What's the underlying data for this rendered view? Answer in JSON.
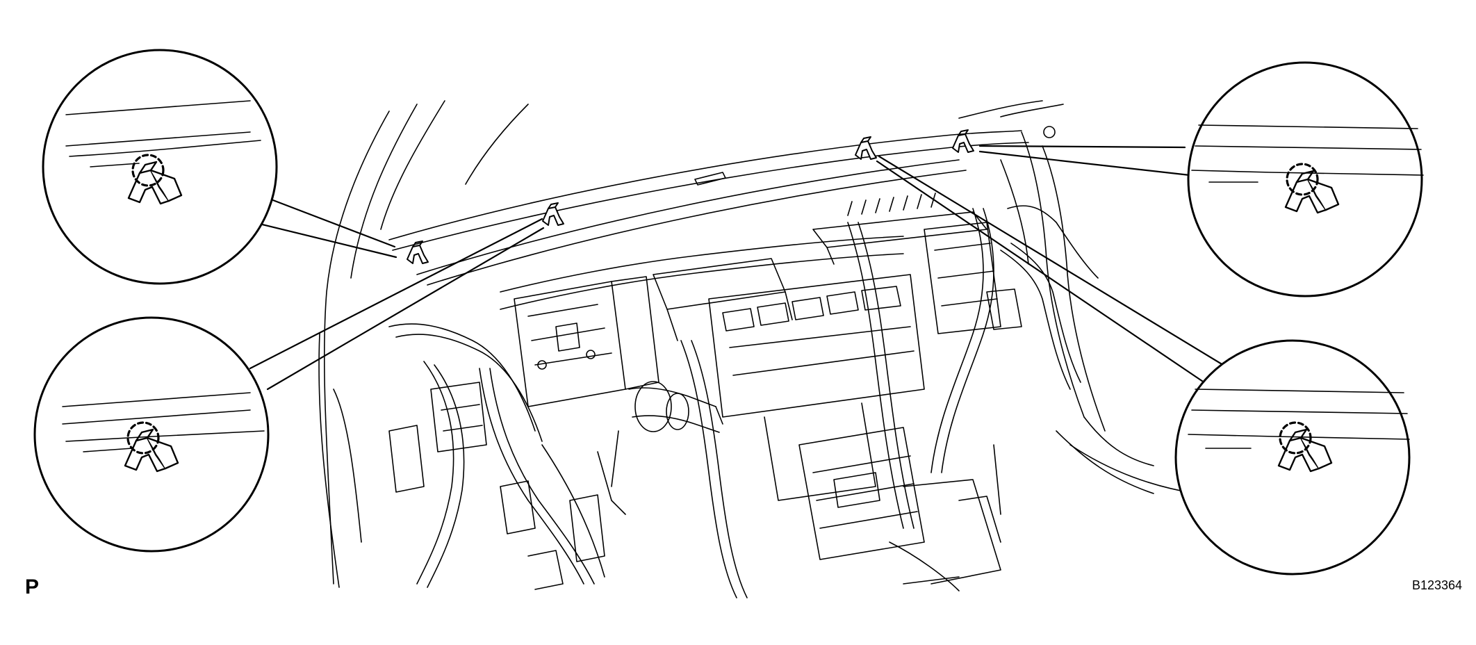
{
  "figure": {
    "view_marker": "P",
    "figure_id": "B123364",
    "line_color": "#000000",
    "background": "#ffffff",
    "callouts": [
      {
        "name": "upper-left",
        "part": "clip-icon"
      },
      {
        "name": "lower-left",
        "part": "clip-icon"
      },
      {
        "name": "upper-right",
        "part": "clip-icon"
      },
      {
        "name": "lower-right",
        "part": "clip-icon"
      }
    ]
  }
}
